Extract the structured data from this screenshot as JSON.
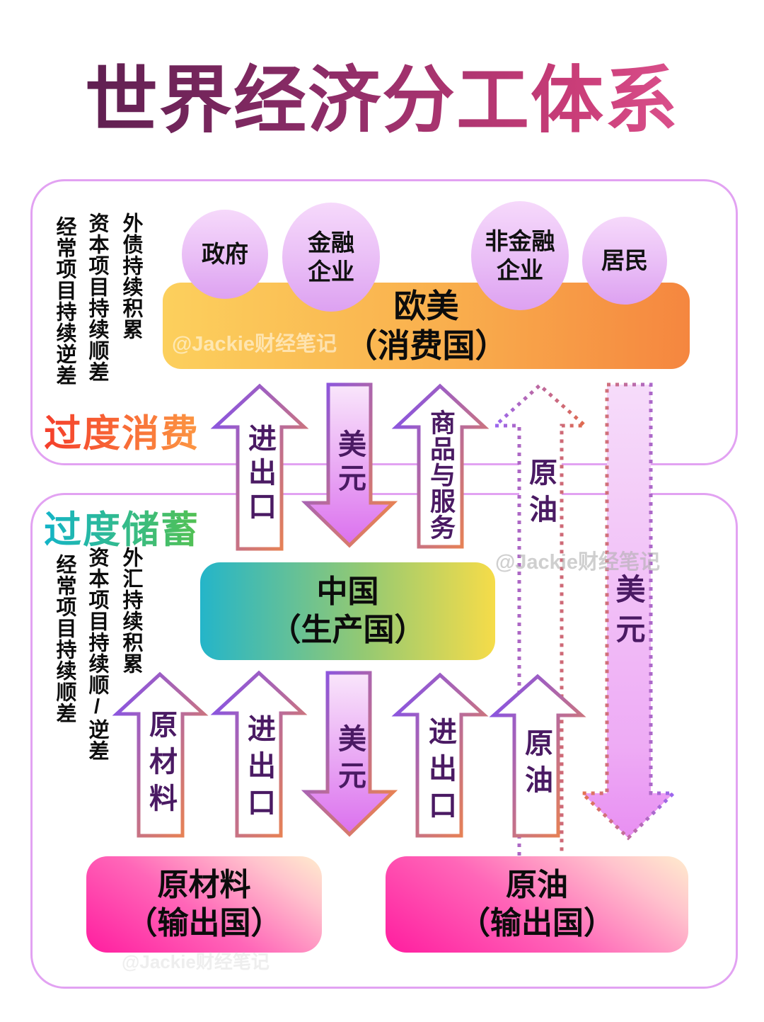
{
  "title": "世界经济分工体系",
  "watermark": "@Jackie财经笔记",
  "top_section": {
    "label": "过度消费",
    "side_notes": [
      "外债持续积累",
      "资本项目持续顺差",
      "经常项目持续逆差"
    ],
    "entities": [
      "政府",
      "金融\n企业",
      "非金融\n企业",
      "居民"
    ],
    "consumer": {
      "name": "欧美",
      "role": "（消费国）"
    }
  },
  "bottom_section": {
    "label": "过度储蓄",
    "side_notes": [
      "外汇持续积累",
      "资本项目持续顺/逆差",
      "经常项目持续顺差"
    ],
    "producer": {
      "name": "中国",
      "role": "（生产国）"
    },
    "exporters": [
      {
        "name": "原材料",
        "role": "（输出国）"
      },
      {
        "name": "原油",
        "role": "（输出国）"
      }
    ]
  },
  "flows": {
    "upper": [
      {
        "label": "进出口",
        "direction": "up",
        "style": "solid-outline"
      },
      {
        "label": "美元",
        "direction": "down",
        "style": "filled"
      },
      {
        "label": "商品与服务",
        "direction": "up",
        "style": "solid-outline"
      },
      {
        "label": "原油",
        "direction": "up",
        "style": "dotted-outline"
      },
      {
        "label": "美元",
        "direction": "down",
        "style": "dotted-filled-long"
      }
    ],
    "lower": [
      {
        "label": "原材料",
        "direction": "up",
        "style": "solid-outline"
      },
      {
        "label": "进出口",
        "direction": "up",
        "style": "solid-outline"
      },
      {
        "label": "美元",
        "direction": "down",
        "style": "filled"
      },
      {
        "label": "进出口",
        "direction": "up",
        "style": "solid-outline"
      },
      {
        "label": "原油",
        "direction": "up",
        "style": "solid-outline"
      }
    ]
  },
  "colors": {
    "title_gradient": [
      "#4f1b49",
      "#e85f9b"
    ],
    "overconsumption_gradient": [
      "#f43e2b",
      "#fc9743"
    ],
    "oversaving_gradient": [
      "#13b4c8",
      "#53c151"
    ],
    "consumer_box_gradient": [
      "#fcd05d",
      "#f5863f"
    ],
    "producer_box_gradient": [
      "#24b5c9",
      "#93c973",
      "#f6dc49"
    ],
    "exporter_box_gradient": [
      "#ff1d9f",
      "#ffeccd"
    ],
    "entity_circle_gradient": [
      "#f6d9fb",
      "#dda1f1"
    ],
    "arrow_outline_gradient": [
      "#7e4ff2",
      "#f5883f"
    ],
    "arrow_fill_gradient": [
      "#f9e6fb",
      "#db70ee"
    ],
    "arrow_text": "#4a1a63",
    "container_border": "#e2a2f2",
    "side_note_text": "#0d0d0d"
  }
}
